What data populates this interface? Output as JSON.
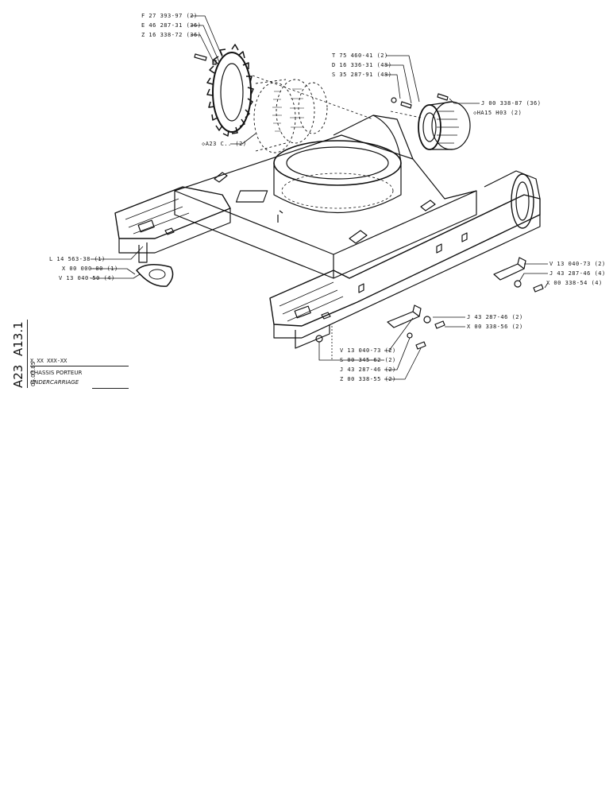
{
  "callouts": {
    "sprocket": [
      "F 27 393-97 (2)",
      "E 46 287-31 (36)",
      "Z 16 338-72 (36)"
    ],
    "sprocket_assembly": "A23 C.. (2)",
    "right_top": [
      "T 75 460-41 (2)",
      "D 16 336-31 (48)",
      "S 35 287-91 (48)"
    ],
    "motor_bolt": "J 00 338-87 (36)",
    "motor": "HA15 H03 (2)",
    "left": [
      "L 14 563-38 (1)",
      "X 00 000-00 (1)",
      "V 13 040-50 (4)"
    ],
    "right_mid": [
      "V 13 040-73 (2)",
      "J 43 287-46 (4)",
      "X 00 338-54 (4)"
    ],
    "bottom_right": [
      "J 43 287-46 (2)",
      "X 00 338-56 (2)"
    ],
    "bottom": [
      "V 13 040-73 (2)",
      "S 00 345-62 (2)",
      "J 43 287-46 (2)",
      "Z 00 338-55 (2)"
    ]
  },
  "side_label": {
    "code1": "A23",
    "code2": "A13.1",
    "date": "05.03.85"
  },
  "title_block": {
    "ref": "X XX XXX-XX",
    "title_fr": "CHASSIS PORTEUR",
    "title_en": "UNDERCARRIAGE"
  }
}
